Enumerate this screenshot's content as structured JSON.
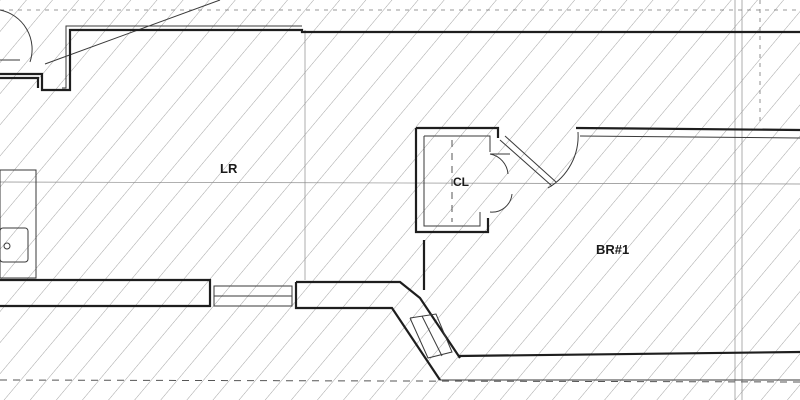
{
  "plan": {
    "rooms": {
      "living_room": "LR",
      "closet": "CL",
      "bedroom": "BR#1"
    }
  },
  "colors": {
    "ink": "#1e1e1e",
    "hatch": "#9a9a9a",
    "paper": "#ffffff"
  }
}
